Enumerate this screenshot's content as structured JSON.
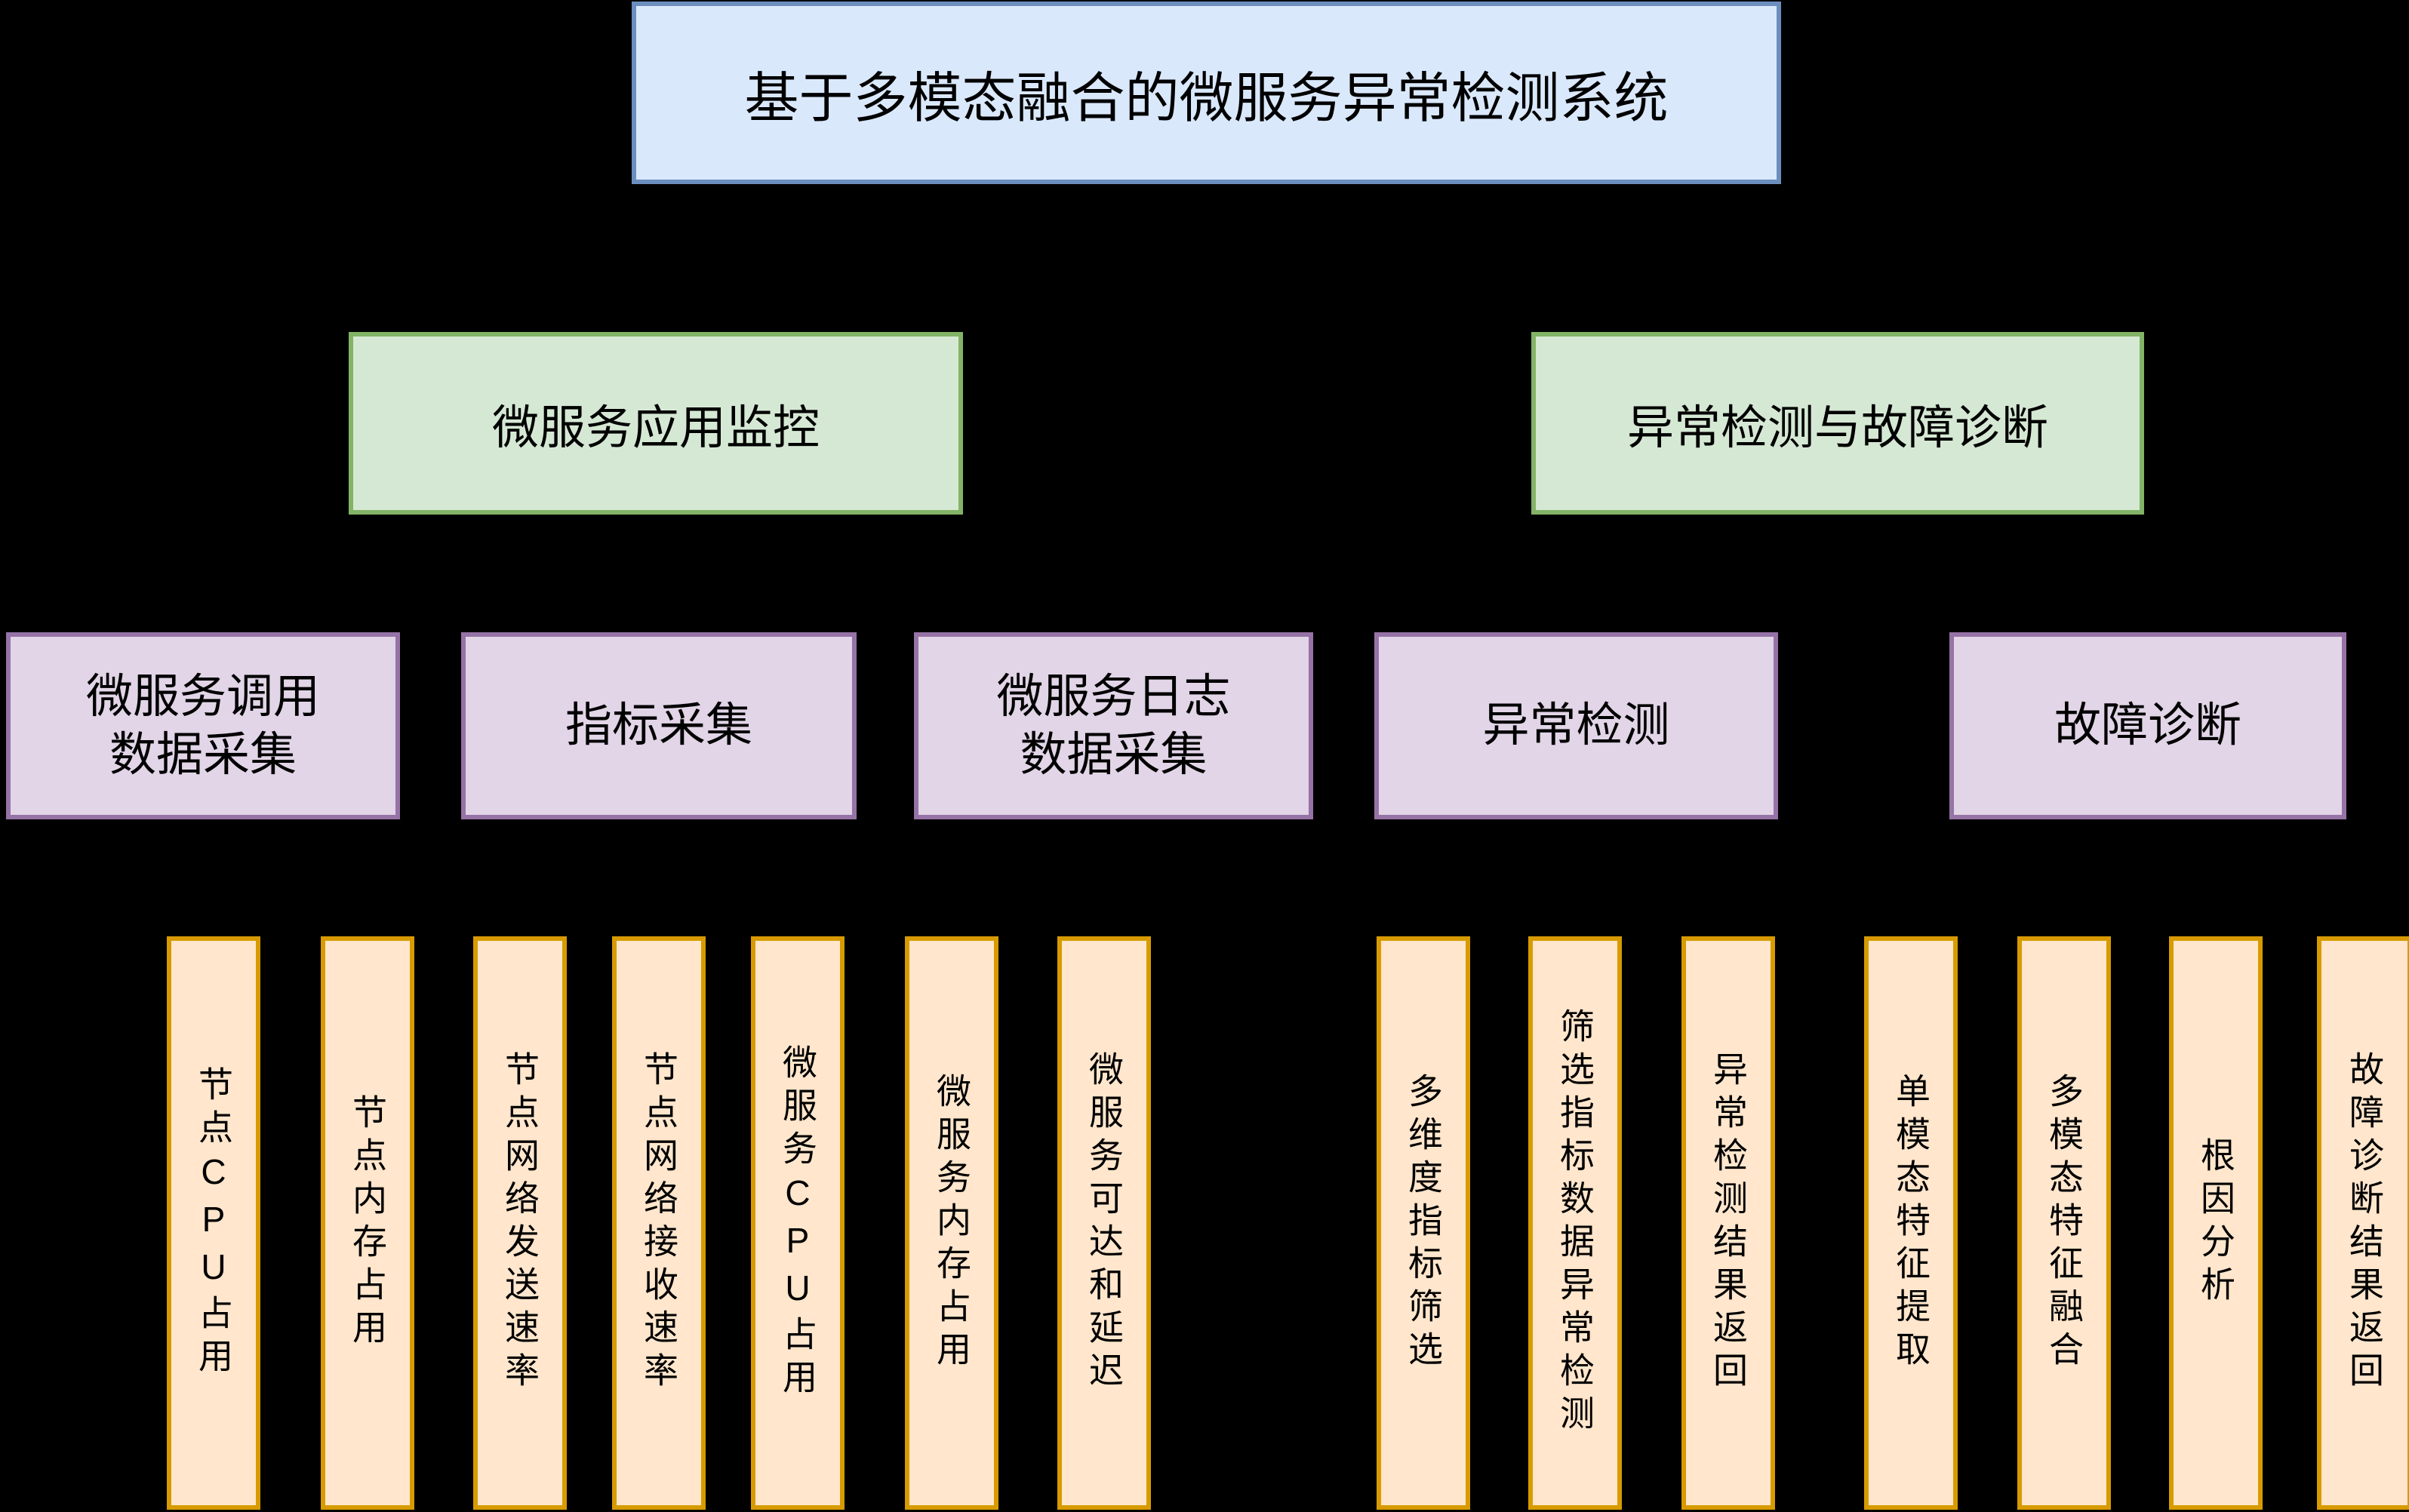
{
  "diagram": {
    "title": "基于多模态融合的微服务异常检测系统",
    "groups": [
      {
        "label": "微服务应用监控"
      },
      {
        "label": "异常检测与故障诊断"
      }
    ],
    "modules": [
      {
        "label": "微服务调用\n数据采集"
      },
      {
        "label": "指标采集"
      },
      {
        "label": "微服务日志\n数据采集"
      },
      {
        "label": "异常检测"
      },
      {
        "label": "故障诊断"
      }
    ],
    "leaves": [
      {
        "label": "节点CPU占用"
      },
      {
        "label": "节点内存占用"
      },
      {
        "label": "节点网络发送速率"
      },
      {
        "label": "节点网络接收速率"
      },
      {
        "label": "微服务CPU占用"
      },
      {
        "label": "微服务内存占用"
      },
      {
        "label": "微服务可达和延迟"
      },
      {
        "label": "多维度指标筛选"
      },
      {
        "label": "筛选指标数据异常检测"
      },
      {
        "label": "异常检测结果返回"
      },
      {
        "label": "单模态特征提取"
      },
      {
        "label": "多模态特征融合"
      },
      {
        "label": "根因分析"
      },
      {
        "label": "故障诊断结果返回"
      }
    ],
    "colors": {
      "background": "#000000",
      "title_fill": "#dae8fc",
      "title_stroke": "#6c8ebf",
      "group_fill": "#d5e8d4",
      "group_stroke": "#82b366",
      "module_fill": "#e1d5e7",
      "module_stroke": "#9673a6",
      "leaf_fill": "#ffe6cc",
      "leaf_stroke": "#d79b00"
    }
  }
}
